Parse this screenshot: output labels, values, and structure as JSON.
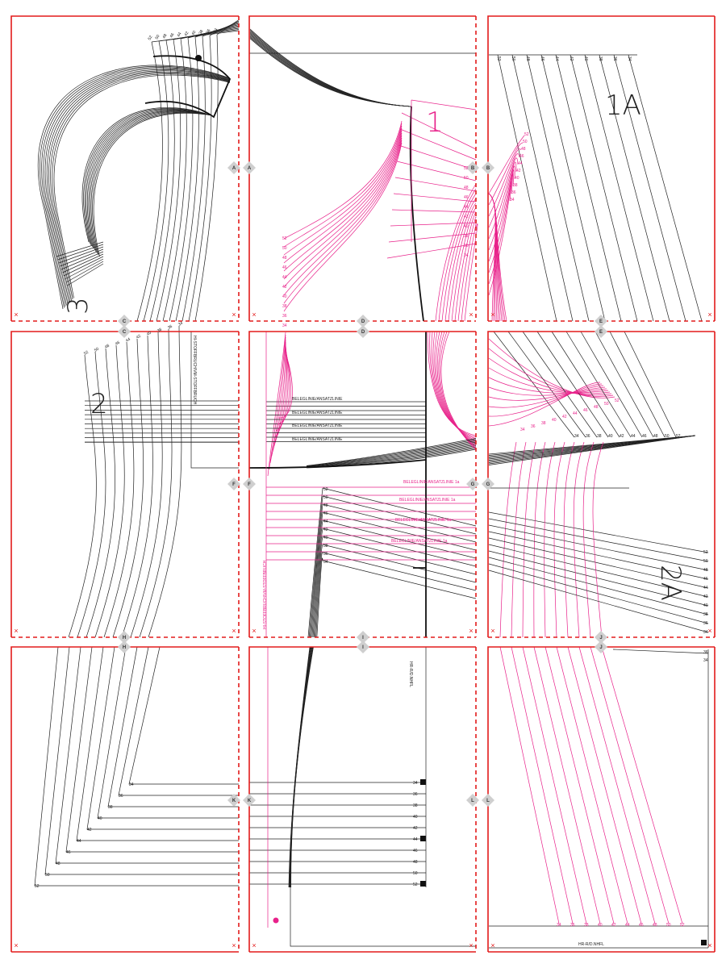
{
  "sizes": [
    "34",
    "36",
    "38",
    "40",
    "42",
    "44",
    "46",
    "48",
    "50",
    "52"
  ],
  "piece_labels": {
    "p1": "1",
    "p1a": "1A",
    "p2": "2",
    "p2a": "2A",
    "p3": "3"
  },
  "markers": [
    "A",
    "B",
    "C",
    "D",
    "E",
    "F",
    "G",
    "H",
    "I",
    "J",
    "K",
    "L"
  ],
  "cut_mark": "×",
  "texts": {
    "facing_line": "BELEGLINIE/ANSATZLINIE",
    "facing_line_pink": "BELEGLINIE/ANSATZLINIE 1a",
    "fold_note": "HI-STOFFBRUCH/VM-STOFFBRUCH",
    "grain_note": "HR-R/D.NHFL"
  },
  "colors": {
    "frame": "#e31b1b",
    "pattern_pink": "#e8218a",
    "pattern_black": "#222222",
    "marker": "#cfcfcf"
  }
}
